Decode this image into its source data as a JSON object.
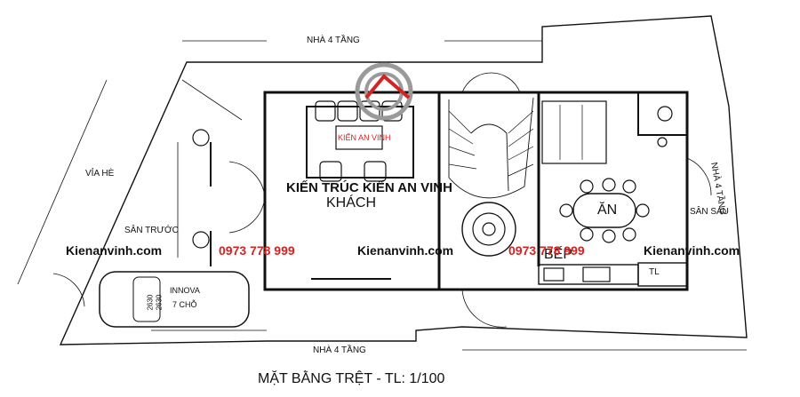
{
  "labels": {
    "neighbor_top": "NHÀ 4 TẦNG",
    "neighbor_bottom": "NHÀ 4 TẦNG",
    "neighbor_right": "NHÀ 4 TẦNG",
    "sidewalk": "VỈA HÈ",
    "front_yard": "SÂN TRƯỚC",
    "back_yard": "SÂN SAU",
    "living_room": "KHÁCH",
    "dining": "ĂN",
    "kitchen": "BẾP",
    "toilet": "TL",
    "car_model": "INNOVA",
    "car_seats": "7 CHỖ",
    "car_dim_a": "2630",
    "car_dim_b": "2630"
  },
  "branding": {
    "company": "KIẾN TRÚC KIẾN AN VINH",
    "logo_text": "KIẾN AN VINH",
    "website": "Kienanvinh.com",
    "phone": "0973 778 999"
  },
  "caption": "MẶT BẰNG TRỆT - TL: 1/100",
  "colors": {
    "line": "#111111",
    "watermark_red": "#d42323",
    "logo_gray": "#9a9a9a",
    "logo_red": "#d42323"
  }
}
